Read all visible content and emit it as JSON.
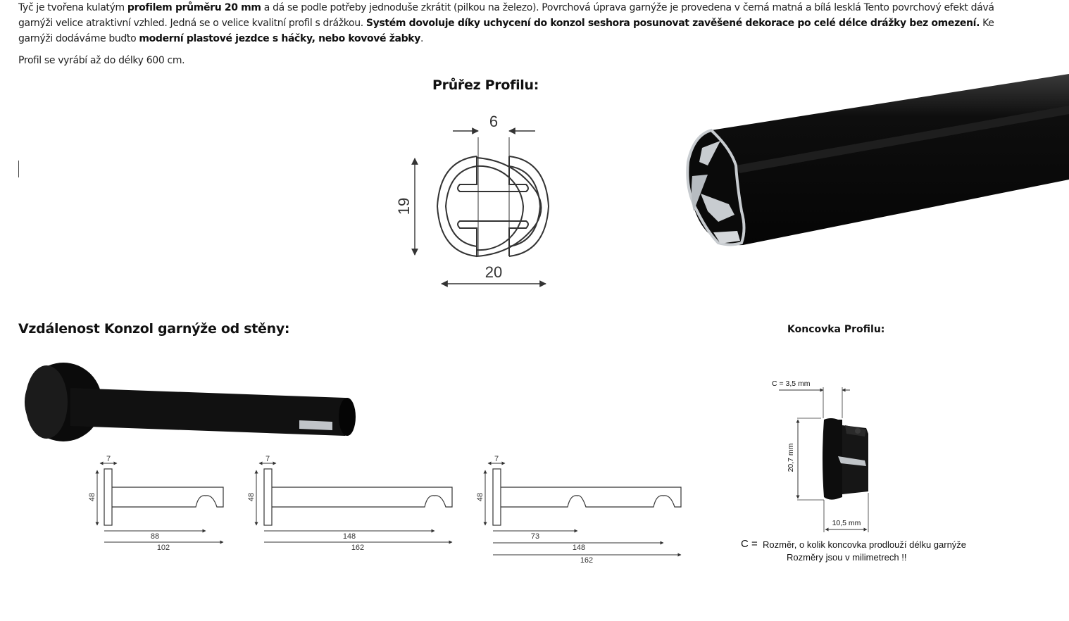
{
  "intro": {
    "p1": {
      "a": "Tyč je tvořena kulatým ",
      "b": "profilem průměru 20 mm",
      "c": " a dá se podle potřeby jednoduše zkrátit (pilkou na železo). Povrchová úprava garnýže je provedena v černá matná a bílá lesklá Tento povrchový efekt dává garnýži velice atraktivní vzhled. Jedná se o velice kvalitní profil s drážkou. ",
      "d": "Systém dovoluje díky uchycení do konzol seshora posunovat zavěšené dekorace po celé délce drážky bez omezení.",
      "e": " Ke garnýži dodáváme buďto ",
      "f": "moderní plastové jezdce s háčky, nebo kovové žabky",
      "g": "."
    },
    "p2": "Profil se vyrábí až do délky 600 cm."
  },
  "profile_section": {
    "title": "Průřez Profilu:",
    "dims": {
      "groove": "6",
      "height": "19",
      "width": "20"
    }
  },
  "bracket_section": {
    "title": "Vzdálenost Konzol garnýže od stěny:",
    "drawings": [
      {
        "plate": "7",
        "height": "48",
        "dims": [
          "88",
          "102"
        ]
      },
      {
        "plate": "7",
        "height": "48",
        "dims": [
          "148",
          "162"
        ]
      },
      {
        "plate": "7",
        "height": "48",
        "dims": [
          "73",
          "148",
          "162"
        ]
      }
    ]
  },
  "endcap_section": {
    "title": "Koncovka Profilu:",
    "c_label": "C = 3,5 mm",
    "height_label": "20,7 mm",
    "width_label": "10,5 mm",
    "caption_c": "C =",
    "caption_text": "Rozměr, o kolik koncovka prodlouží délku garnýže",
    "caption_note": "Rozměry jsou v milimetrech !!"
  },
  "colors": {
    "text": "#222222",
    "rod": "#0d0d0d",
    "aluminium": "#c8ccd0",
    "line": "#333333"
  }
}
